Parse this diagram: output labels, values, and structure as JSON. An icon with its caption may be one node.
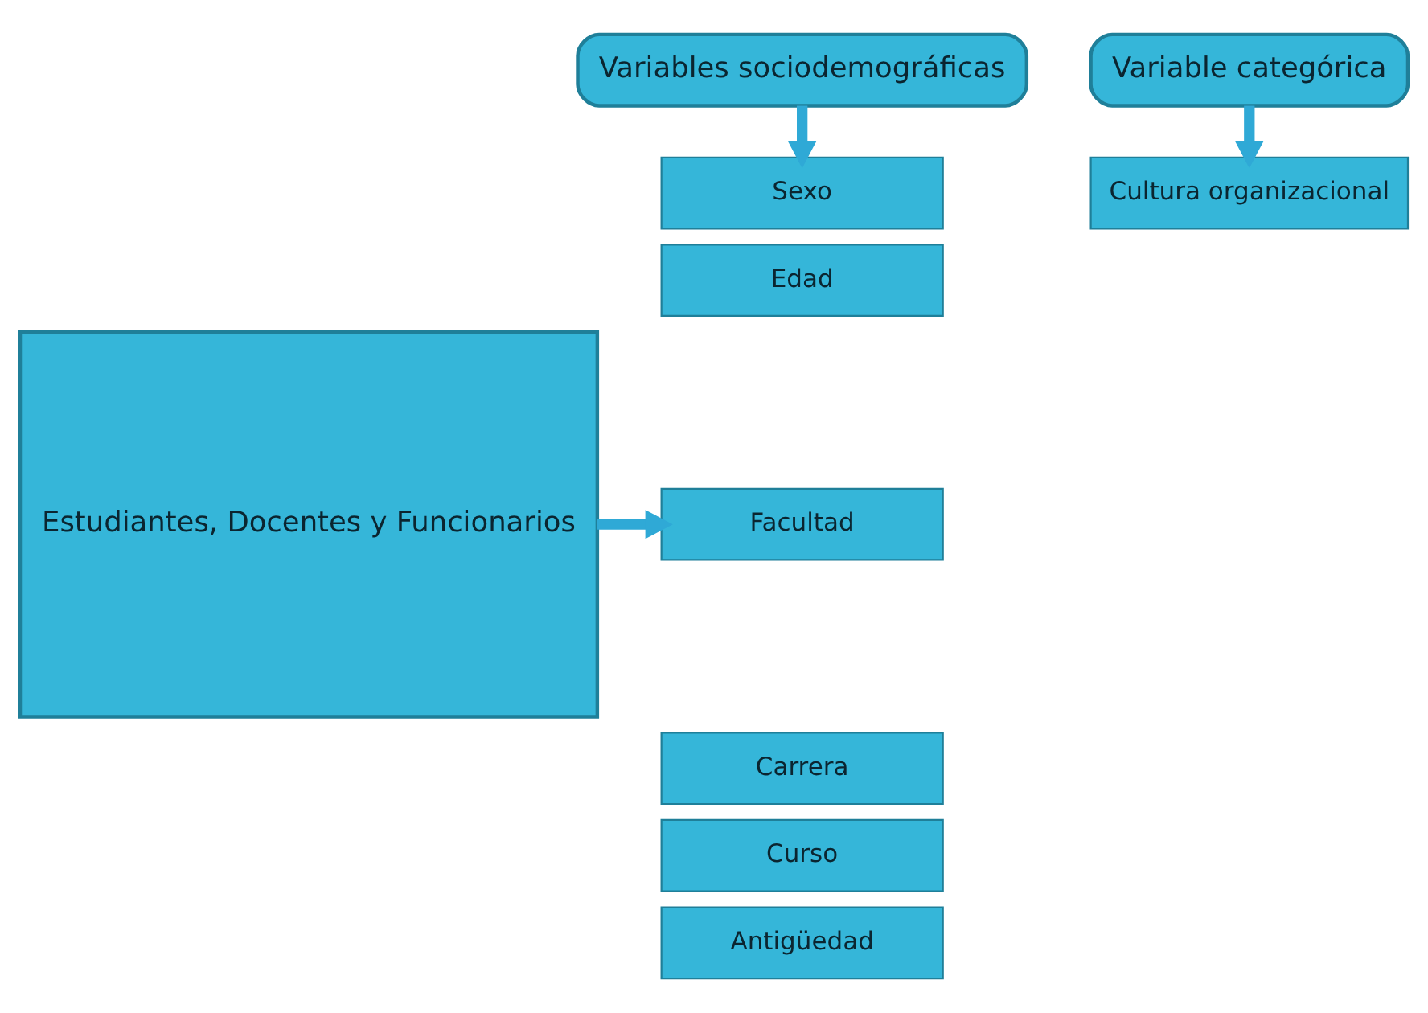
{
  "diagram": {
    "nodes": [
      {
        "text": [
          "Estudiantes, Docentes y Funcionarios"
        ]
      },
      {
        "text": [
          "Variables sociodemográficas"
        ]
      },
      {
        "text": [
          "Sexo"
        ]
      },
      {
        "text": [
          "Edad"
        ]
      },
      {
        "text": [
          "Facultad"
        ]
      },
      {
        "text": [
          "Carrera"
        ]
      },
      {
        "text": [
          "Curso"
        ]
      },
      {
        "text": [
          "Antigüedad"
        ]
      },
      {
        "text": [
          "Variable categórica"
        ]
      },
      {
        "text": [
          "Cultura organizacional"
        ]
      }
    ],
    "edges": [
      {
        "from": 0,
        "to": 4,
        "arrow": "to"
      },
      {
        "from": 1,
        "to": 2,
        "arrow": "to"
      },
      {
        "from": 8,
        "to": 9,
        "arrow": "to"
      }
    ]
  }
}
